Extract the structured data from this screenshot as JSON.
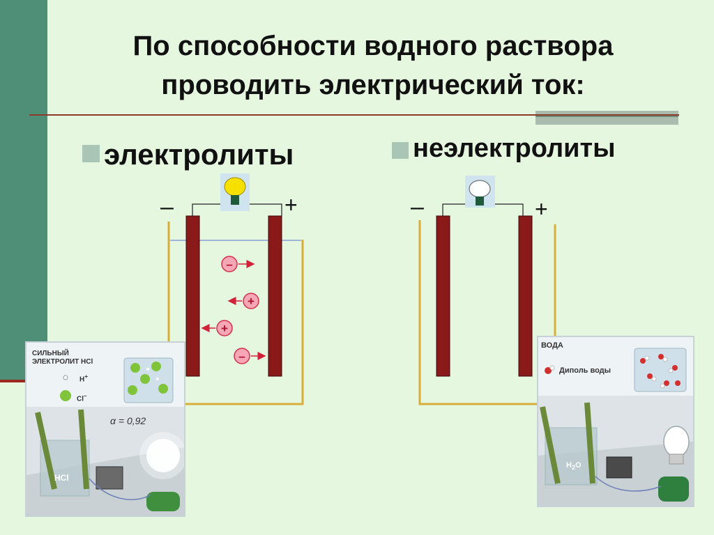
{
  "title": {
    "line1": "По способности водного раствора",
    "line2": "проводить электрический ток:"
  },
  "bullets": [
    {
      "label": "электролиты"
    },
    {
      "label": "неэлектролиты"
    }
  ],
  "electrolyte_cell": {
    "minus": "–",
    "plus": "+",
    "bulb_color": "#f5e000",
    "ions": [
      "–",
      "+",
      "+",
      "–"
    ]
  },
  "nonelectrolyte_cell": {
    "minus": "–",
    "plus": "+",
    "bulb_color": "#ffffff"
  },
  "photo_left": {
    "heading_line1": "СИЛЬНЫЙ",
    "heading_line2": "ЭЛЕКТРОЛИТ",
    "formula": "HCl",
    "legend_1": "H",
    "legend_1_sup": "+",
    "legend_2": "Cl",
    "legend_2_sup": "–",
    "alpha": "α = 0,92",
    "beaker_label": "HCl"
  },
  "photo_right": {
    "heading": "ВОДА",
    "legend": "Диполь воды",
    "beaker_label": "H",
    "beaker_sub": "2",
    "beaker_label_end": "O"
  },
  "colors": {
    "background": "#e6f7e0",
    "sidebar": "#4f8f77",
    "electrode": "#8a1a1a",
    "vessel": "#d8ae3a",
    "ion_fill": "#f7a6b6",
    "ion_stroke": "#d3304a",
    "arrow": "#d3213a"
  }
}
